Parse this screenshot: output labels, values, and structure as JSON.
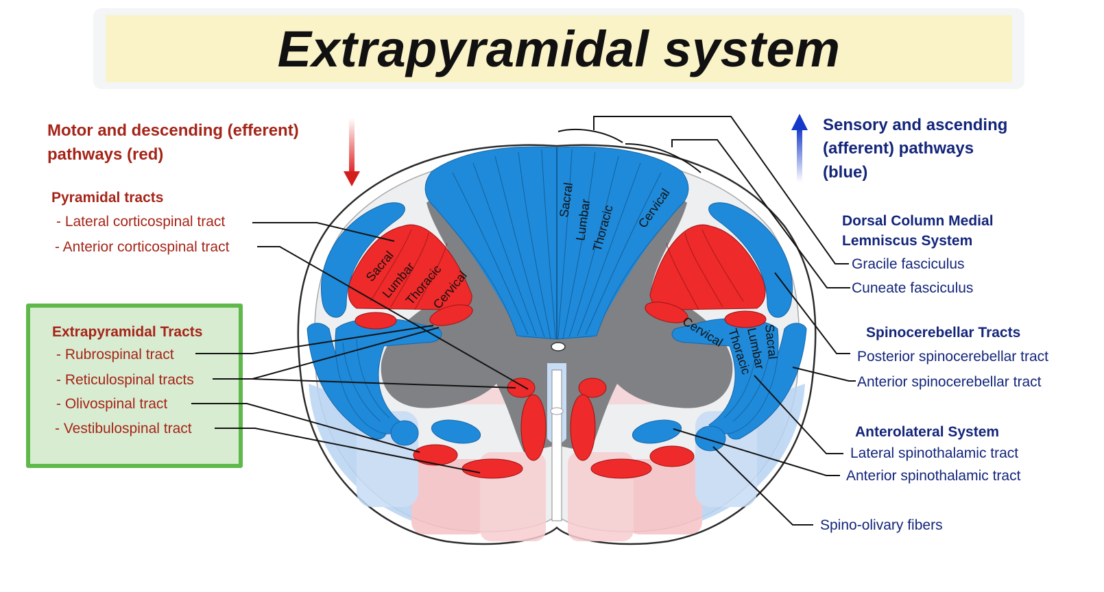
{
  "title": "Extrapyramidal system",
  "colors": {
    "efferent_red": "#ee2a2a",
    "afferent_blue": "#1f8ad9",
    "grey_matter": "#808285",
    "label_red": "#a52418",
    "label_blue": "#13257a",
    "highlight_box": "#5fb94a"
  },
  "legend": {
    "motor": {
      "line1": "Motor and descending (efferent)",
      "line2": "pathways   (red)"
    },
    "sensory": {
      "line1": "Sensory and ascending",
      "line2": "(afferent) pathways",
      "line3": "(blue)"
    }
  },
  "left_labels": {
    "pyramidal_heading": "Pyramidal tracts",
    "lateral_corticospinal": "- Lateral corticospinal tract",
    "anterior_corticospinal": "- Anterior corticospinal tract",
    "extrapyramidal_heading": "Extrapyramidal Tracts",
    "rubrospinal": "- Rubrospinal tract",
    "reticulospinal": "- Reticulospinal tracts",
    "olivospinal": "- Olivospinal tract",
    "vestibulospinal": "- Vestibulospinal tract"
  },
  "right_labels": {
    "dcml_heading_1": "Dorsal Column Medial",
    "dcml_heading_2": "Lemniscus System",
    "gracile": "Gracile fasciculus",
    "cuneate": "Cuneate fasciculus",
    "spinocerebellar_heading": "Spinocerebellar Tracts",
    "posterior_spinocerebellar": "Posterior spinocerebellar tract",
    "anterior_spinocerebellar": "Anterior spinocerebellar tract",
    "anterolateral_heading": "Anterolateral System",
    "lateral_spinothalamic": "Lateral spinothalamic tract",
    "anterior_spinothalamic": "Anterior spinothalamic tract",
    "spino_olivary": "Spino-olivary fibers"
  },
  "segments": {
    "sacral": "Sacral",
    "lumbar": "Lumbar",
    "thoracic": "Thoracic",
    "cervical": "Cervical"
  }
}
